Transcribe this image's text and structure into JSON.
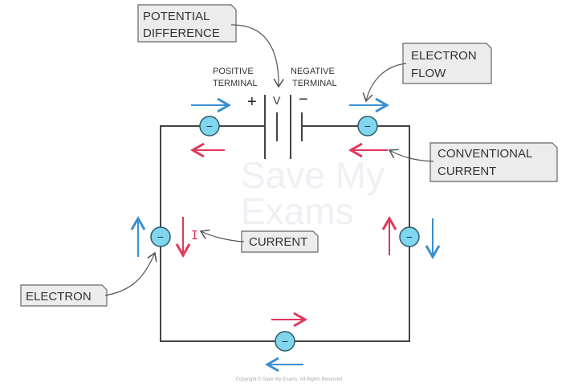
{
  "labels": {
    "potential_difference": [
      "POTENTIAL",
      "DIFFERENCE"
    ],
    "positive_terminal": [
      "POSITIVE",
      "TERMINAL"
    ],
    "negative_terminal": [
      "NEGATIVE",
      "TERMINAL"
    ],
    "electron_flow": [
      "ELECTRON",
      "FLOW"
    ],
    "conventional_current": [
      "CONVENTIONAL",
      "CURRENT"
    ],
    "current": "CURRENT",
    "electron": "ELECTRON"
  },
  "symbols": {
    "plus": "+",
    "minus": "−",
    "voltage": "V",
    "current": "I",
    "electron_charge": "−"
  },
  "watermark": [
    "Save My",
    "Exams"
  ],
  "copyright": "Copyright © Save My Exams. All Rights Reserved",
  "colors": {
    "conventional_current": "#e0375a",
    "electron_flow": "#3a8fd0",
    "electron": "#7fd6ee"
  }
}
